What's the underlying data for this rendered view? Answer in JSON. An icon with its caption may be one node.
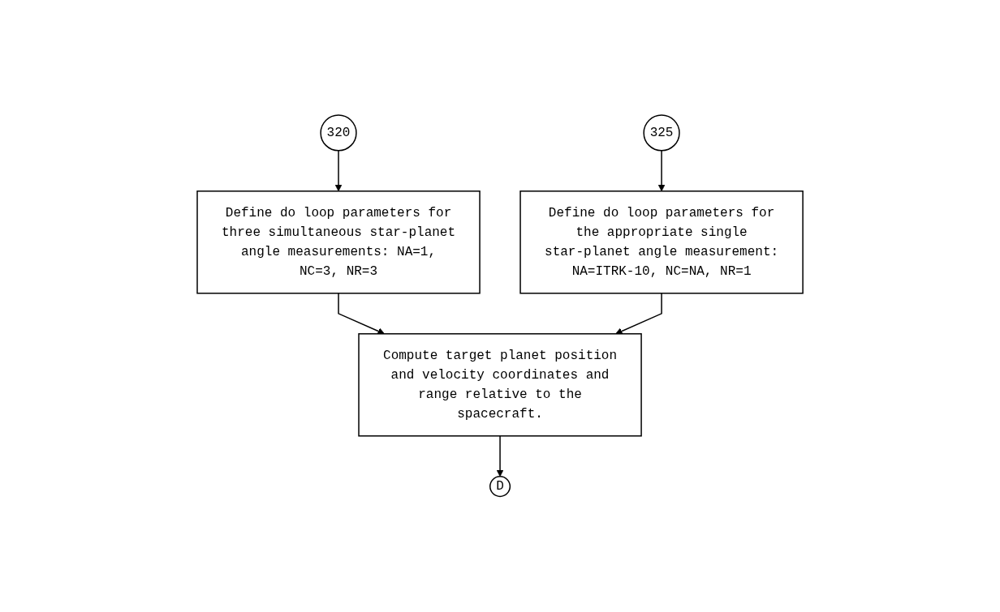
{
  "diagram": {
    "nodes": [
      {
        "text": [
          "320"
        ]
      },
      {
        "text": [
          "325"
        ]
      },
      {
        "text": [
          "Define do loop parameters for three simultaneous star-planet angle measurements: NA=1, NC=3, NR=3"
        ]
      },
      {
        "text": [
          "Define do loop parameters for the appropriate single star-planet angle measurement: NA=ITRK-10, NC=NA, NR=1"
        ]
      },
      {
        "text": [
          "Compute target planet position and velocity coordinates and range relative to the spacecraft."
        ]
      },
      {
        "text": [
          "D"
        ]
      }
    ],
    "edges": [
      {
        "from": 0,
        "to": 2,
        "arrow": "to"
      },
      {
        "from": 1,
        "to": 3,
        "arrow": "to"
      },
      {
        "from": 2,
        "to": 4,
        "arrow": "to"
      },
      {
        "from": 3,
        "to": 4,
        "arrow": "to"
      },
      {
        "from": 4,
        "to": 5,
        "arrow": "to"
      }
    ]
  }
}
